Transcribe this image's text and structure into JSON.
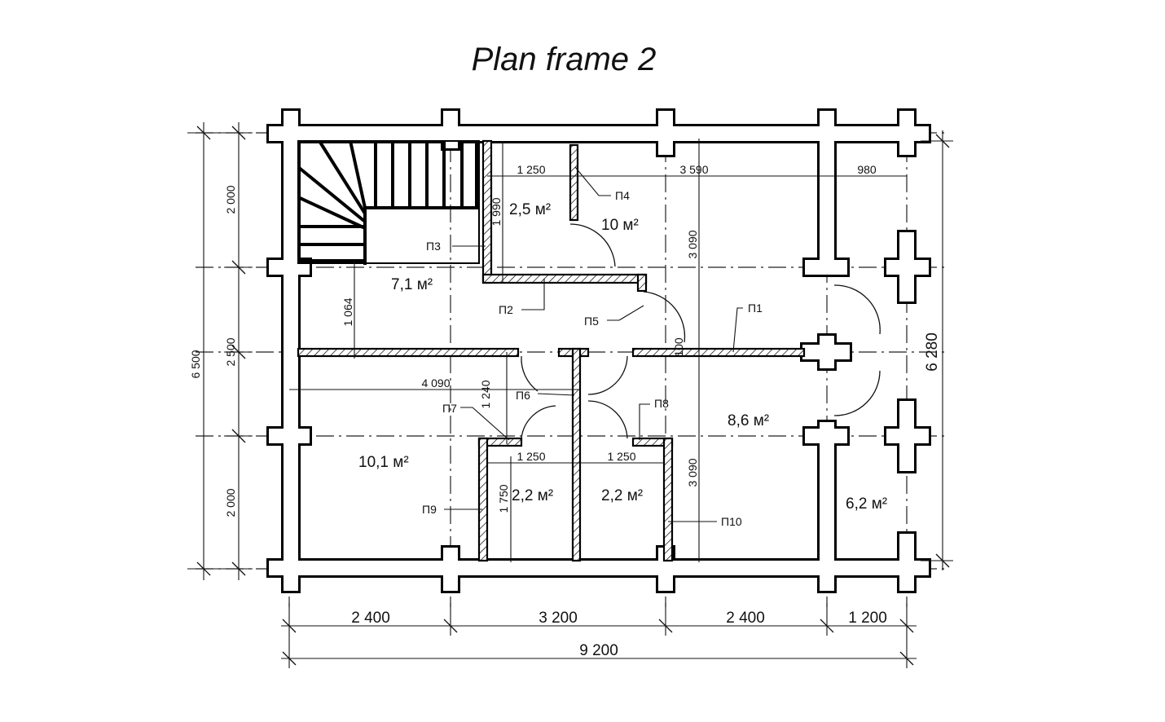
{
  "title": "Plan frame 2",
  "dimensions": {
    "left": {
      "total": "6 500",
      "top": "2 000",
      "middle": "2 500",
      "bottom": "2 000"
    },
    "right": {
      "total": "6 280"
    },
    "bottom": {
      "spans": [
        "2 400",
        "3 200",
        "2 400",
        "1 200"
      ],
      "total": "9 200"
    },
    "inner": {
      "d1250_top": "1 250",
      "d3590": "3 590",
      "d980": "980",
      "d1990": "1 990",
      "d3090_top": "3 090",
      "d3090_bottom": "3 090",
      "d1064": "1 064",
      "d4090": "4 090",
      "d1240": "1 240",
      "d1250_left": "1 250",
      "d1250_right": "1 250",
      "d1750": "1 750",
      "d100": "100"
    }
  },
  "rooms": [
    {
      "area": "2,5 м²"
    },
    {
      "area": "10 м²"
    },
    {
      "area": "7,1 м²"
    },
    {
      "area": "8,6 м²"
    },
    {
      "area": "10,1 м²"
    },
    {
      "area": "2,2 м²"
    },
    {
      "area": "2,2 м²"
    },
    {
      "area": "6,2 м²"
    }
  ],
  "partitions": [
    "П1",
    "П2",
    "П3",
    "П4",
    "П5",
    "П6",
    "П7",
    "П8",
    "П9",
    "П10"
  ]
}
